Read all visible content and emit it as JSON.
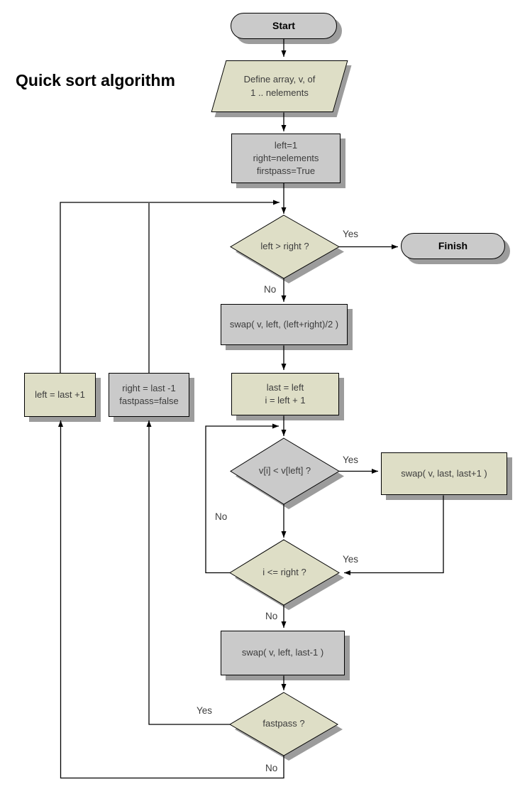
{
  "title": "Quick sort algorithm",
  "colors": {
    "shape_gray": "#cacaca",
    "shape_beige": "#dedec6",
    "shadow": "#9c9c9c",
    "border": "#000000",
    "text": "#3c3c3c"
  },
  "nodes": {
    "start": {
      "label": "Start"
    },
    "define_array": {
      "label": "Define array, v, of\n1 .. nelements"
    },
    "init": {
      "label": "left=1\nright=nelements\nfirstpass=True"
    },
    "left_gt_right": {
      "label": "left > right ?"
    },
    "finish": {
      "label": "Finish"
    },
    "swap_pivot": {
      "label": "swap( v, left, (left+right)/2 )"
    },
    "last_left": {
      "label": "last = left\ni = left + 1"
    },
    "vi_lt_vleft": {
      "label": "v[i] < v[left] ?"
    },
    "swap_last": {
      "label": "swap( v, last, last+1 )"
    },
    "i_le_right": {
      "label": "i <= right ?"
    },
    "swap_left_last": {
      "label": "swap( v, left, last-1 )"
    },
    "fastpass": {
      "label": "fastpass ?"
    },
    "set_left": {
      "label": "left = last +1"
    },
    "set_right": {
      "label": "right = last -1\nfastpass=false"
    }
  },
  "edge_labels": {
    "left_gt_right_yes": "Yes",
    "left_gt_right_no": "No",
    "vi_lt_vleft_yes": "Yes",
    "vi_lt_vleft_no": "No",
    "i_le_right_yes": "Yes",
    "i_le_right_no": "No",
    "fastpass_yes": "Yes",
    "fastpass_no": "No"
  }
}
